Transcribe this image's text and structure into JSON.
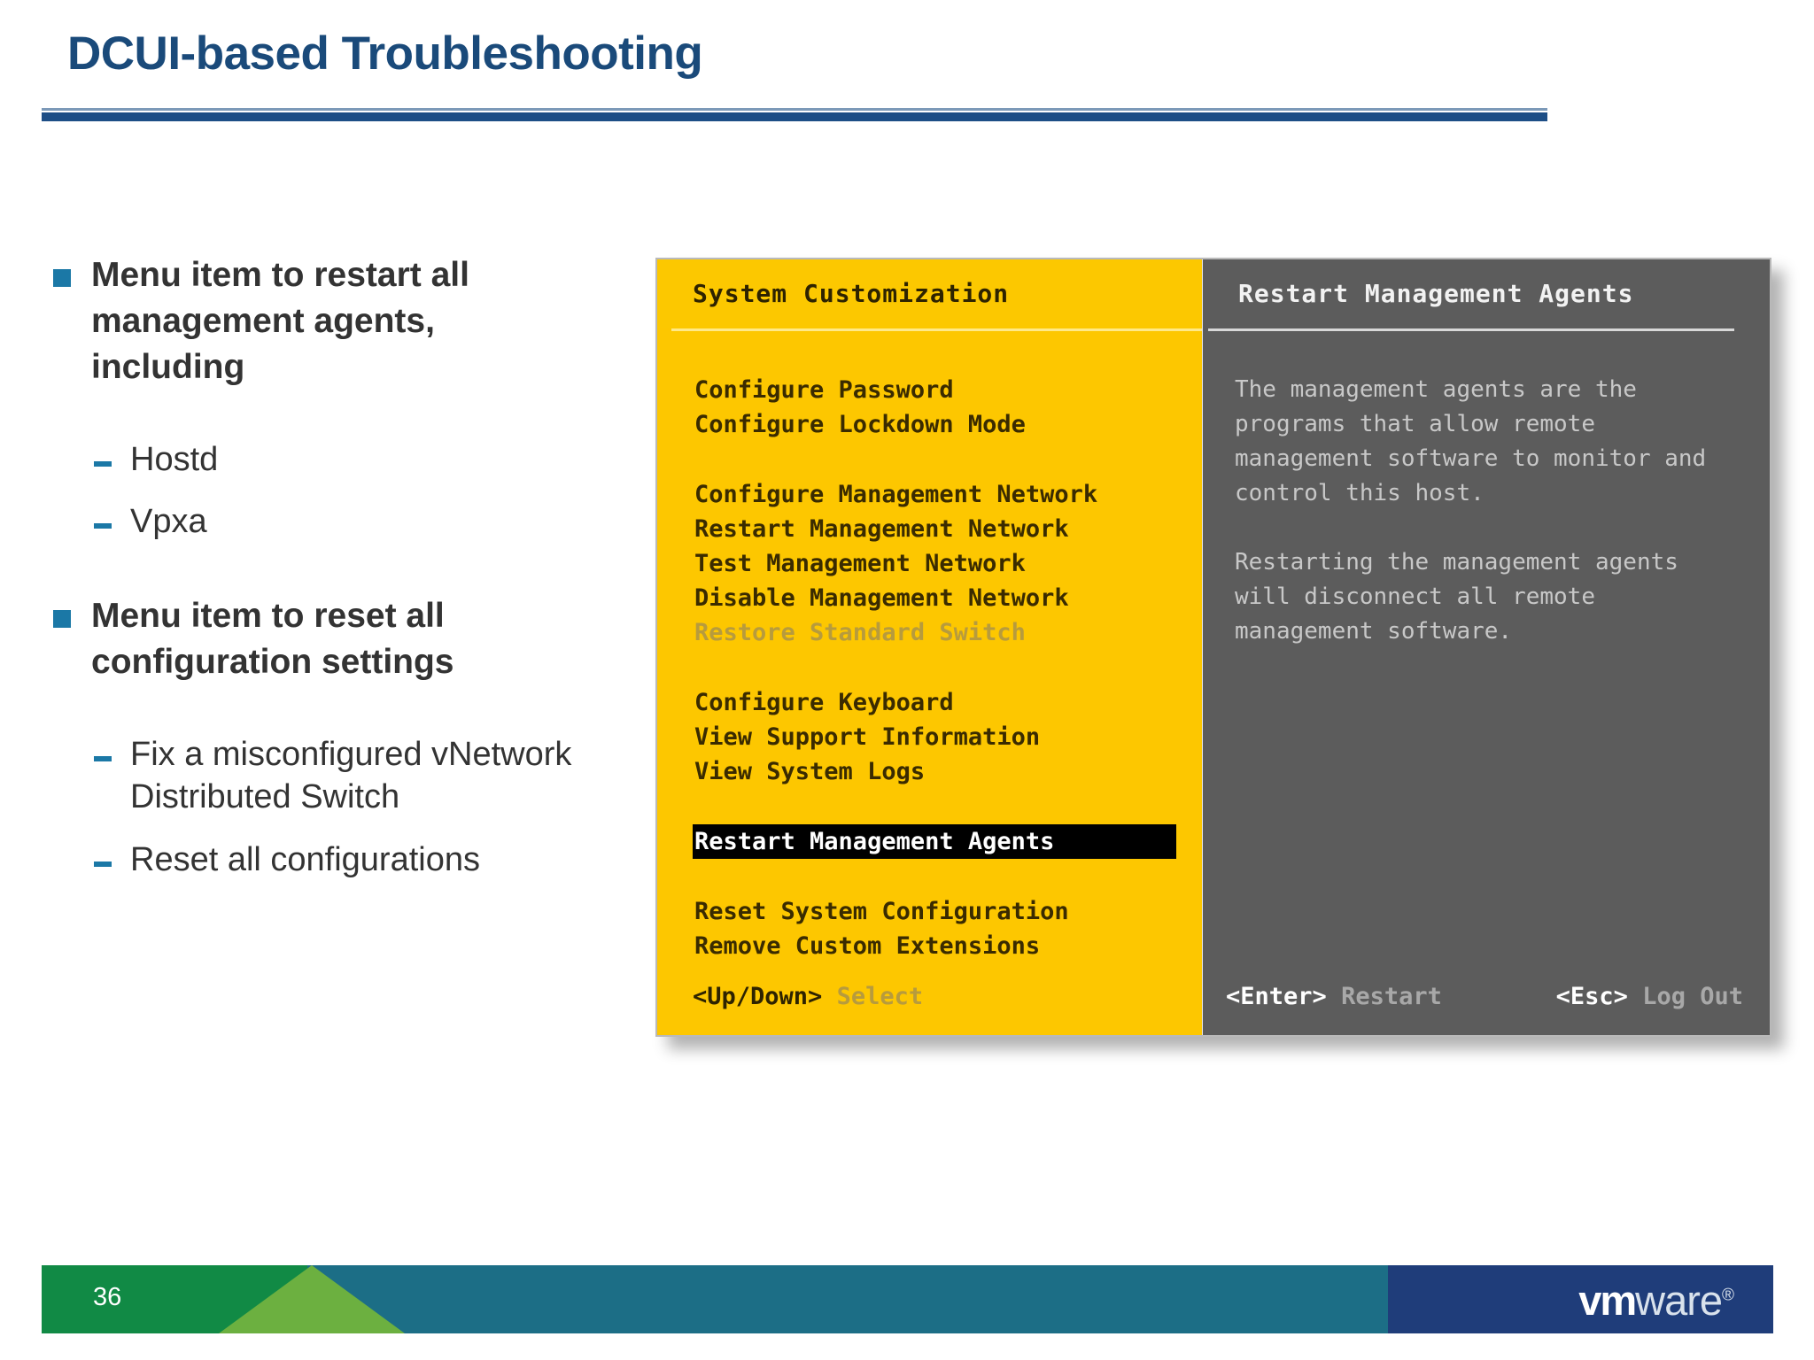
{
  "slide": {
    "title": "DCUI-based Troubleshooting",
    "page_number": "36",
    "brand": {
      "vm": "vm",
      "ware": "ware",
      "registered": "®"
    },
    "colors": {
      "title_blue": "#1a4a7a",
      "rule_blue": "#1d4e86",
      "bullet_accent": "#1b78a6",
      "dcui_yellow": "#fdc700",
      "dcui_gray": "#5c5c5c",
      "footer_green": "#118a45",
      "footer_light_green": "#6cb040",
      "footer_teal": "#1c6e86",
      "footer_navy": "#1f3d7a"
    }
  },
  "bullets": [
    {
      "level": 1,
      "text": "Menu item to restart all management agents, including",
      "children": [
        {
          "level": 2,
          "text": "Hostd"
        },
        {
          "level": 2,
          "text": "Vpxa"
        }
      ]
    },
    {
      "level": 1,
      "text": "Menu item to reset all configuration settings",
      "children": [
        {
          "level": 2,
          "text": "Fix a misconfigured vNetwork Distributed Switch"
        },
        {
          "level": 2,
          "text": "Reset all configurations"
        }
      ]
    }
  ],
  "dcui": {
    "left_panel": {
      "header": "System Customization",
      "groups": [
        {
          "items": [
            {
              "label": "Configure Password",
              "state": "normal"
            },
            {
              "label": "Configure Lockdown Mode",
              "state": "normal"
            }
          ]
        },
        {
          "items": [
            {
              "label": "Configure Management Network",
              "state": "normal"
            },
            {
              "label": "Restart Management Network",
              "state": "normal"
            },
            {
              "label": "Test Management Network",
              "state": "normal"
            },
            {
              "label": "Disable Management Network",
              "state": "normal"
            },
            {
              "label": "Restore Standard Switch",
              "state": "disabled"
            }
          ]
        },
        {
          "items": [
            {
              "label": "Configure Keyboard",
              "state": "normal"
            },
            {
              "label": "View Support Information",
              "state": "normal"
            },
            {
              "label": "View System Logs",
              "state": "normal"
            }
          ]
        },
        {
          "items": [
            {
              "label": "Restart Management Agents",
              "state": "selected"
            }
          ]
        },
        {
          "items": [
            {
              "label": "Reset System Configuration",
              "state": "normal"
            },
            {
              "label": "Remove Custom Extensions",
              "state": "normal"
            }
          ]
        }
      ],
      "footer": {
        "key": "<Up/Down>",
        "action": "Select"
      }
    },
    "right_panel": {
      "header": "Restart Management Agents",
      "paragraphs": [
        [
          "The management agents are the",
          "programs that allow remote",
          "management software to monitor and",
          "control this host."
        ],
        [
          "Restarting the management agents",
          "will disconnect all remote",
          "management software."
        ]
      ],
      "footer": [
        {
          "key": "<Enter>",
          "action": "Restart"
        },
        {
          "key": "<Esc>",
          "action": "Log Out"
        }
      ]
    }
  }
}
